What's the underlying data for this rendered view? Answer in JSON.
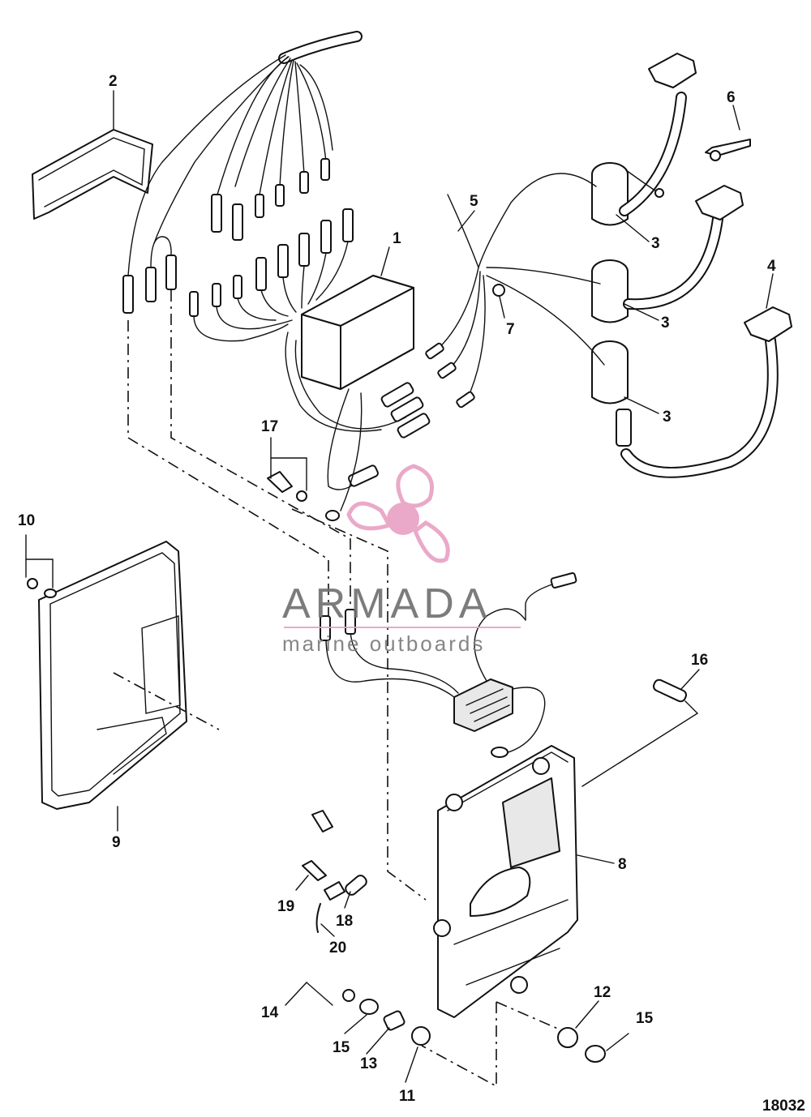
{
  "diagram": {
    "figure_number": "18032",
    "watermark": {
      "brand": "ARMADA",
      "tagline": "marine outboards",
      "color": "#e8a0c4"
    },
    "callouts": [
      {
        "id": "c1",
        "label": "1"
      },
      {
        "id": "c2",
        "label": "2"
      },
      {
        "id": "c3a",
        "label": "3"
      },
      {
        "id": "c3b",
        "label": "3"
      },
      {
        "id": "c3c",
        "label": "3"
      },
      {
        "id": "c4",
        "label": "4"
      },
      {
        "id": "c5",
        "label": "5"
      },
      {
        "id": "c6",
        "label": "6"
      },
      {
        "id": "c7",
        "label": "7"
      },
      {
        "id": "c8",
        "label": "8"
      },
      {
        "id": "c9",
        "label": "9"
      },
      {
        "id": "c10",
        "label": "10"
      },
      {
        "id": "c11",
        "label": "11"
      },
      {
        "id": "c12",
        "label": "12"
      },
      {
        "id": "c13",
        "label": "13"
      },
      {
        "id": "c14",
        "label": "14"
      },
      {
        "id": "c15a",
        "label": "15"
      },
      {
        "id": "c15b",
        "label": "15"
      },
      {
        "id": "c16",
        "label": "16"
      },
      {
        "id": "c17",
        "label": "17"
      },
      {
        "id": "c18",
        "label": "18"
      },
      {
        "id": "c19",
        "label": "19"
      },
      {
        "id": "c20",
        "label": "20"
      }
    ]
  }
}
